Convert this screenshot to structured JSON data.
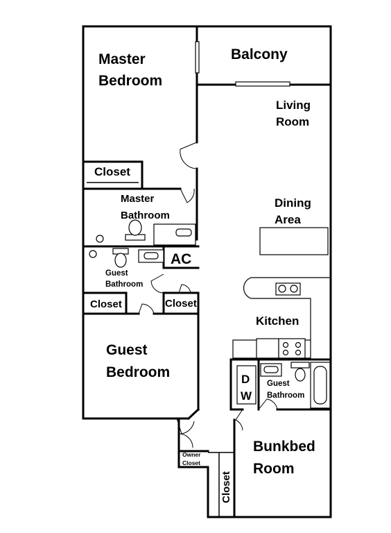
{
  "plan": {
    "rooms": {
      "master_bedroom": [
        "Master",
        "Bedroom"
      ],
      "balcony": "Balcony",
      "living_room": [
        "Living",
        "Room"
      ],
      "master_closet": "Closet",
      "master_bathroom": [
        "Master",
        "Bathroom"
      ],
      "dining_area": [
        "Dining",
        "Area"
      ],
      "ac": "AC",
      "guest_bathroom_1": [
        "Guest",
        "Bathroom"
      ],
      "closet_left": "Closet",
      "closet_right": "Closet",
      "kitchen": "Kitchen",
      "guest_bedroom": [
        "Guest",
        "Bedroom"
      ],
      "dishwasher": [
        "D",
        "W"
      ],
      "guest_bathroom_2": [
        "Guest",
        "Bathroom"
      ],
      "bunkbed_room": [
        "Bunkbed",
        "Room"
      ],
      "owner_closet": [
        "Owner",
        "Closet"
      ],
      "bunkbed_closet": "Closet"
    }
  }
}
